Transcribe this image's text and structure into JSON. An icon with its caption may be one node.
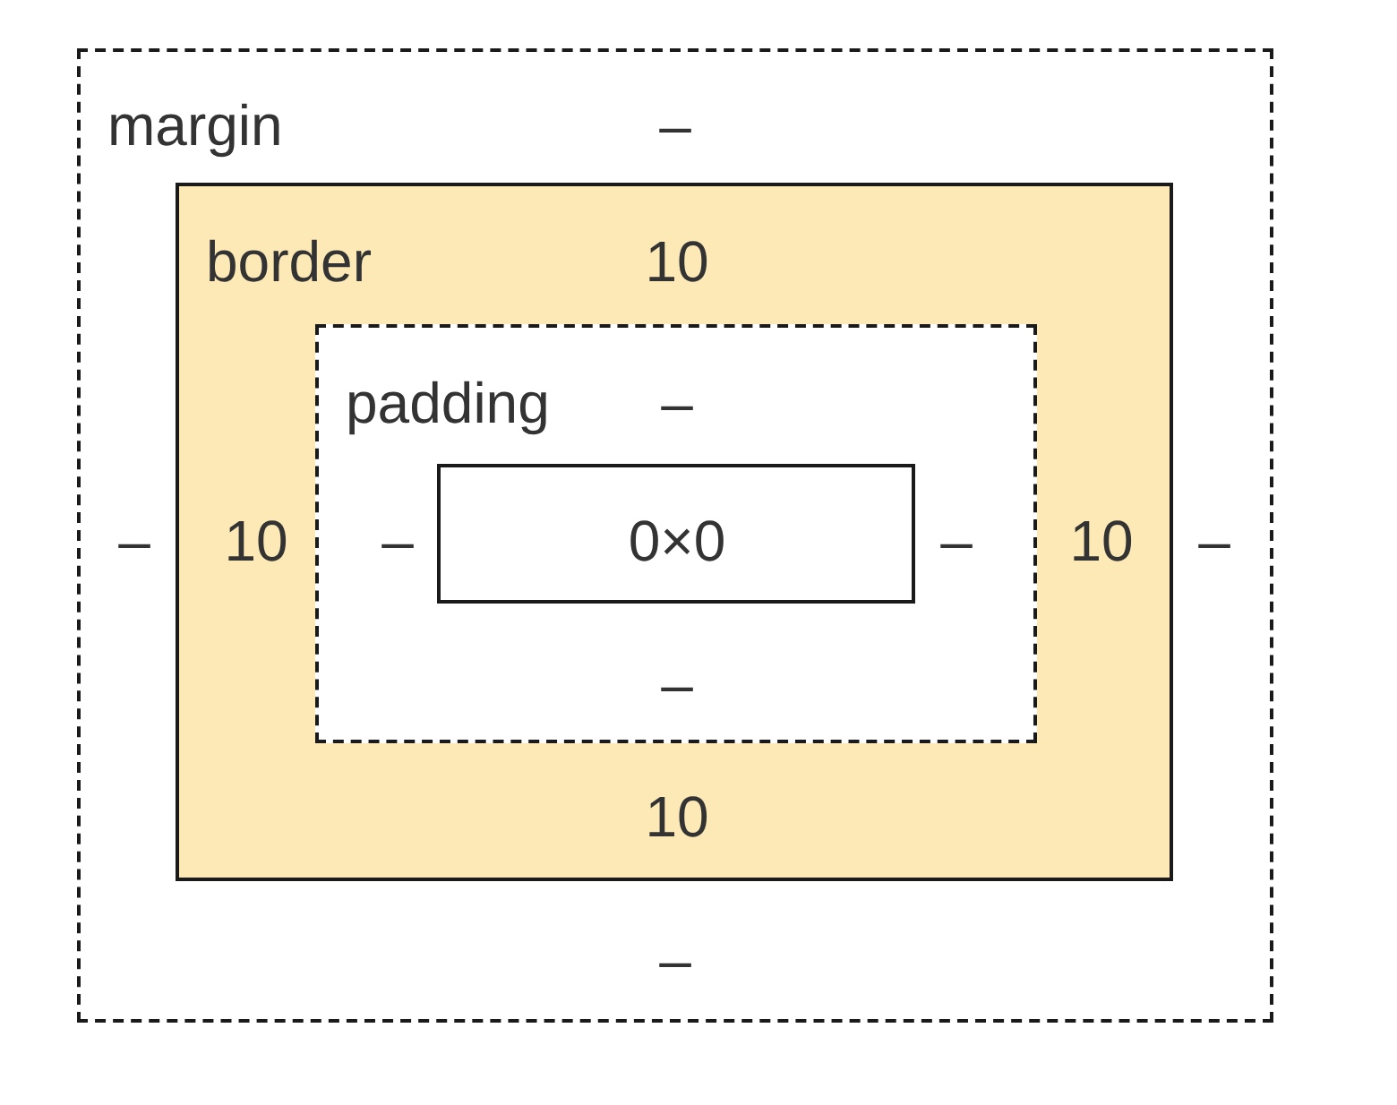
{
  "diagram": {
    "nodes": [
      {
        "text": [
          "margin",
          "–",
          "–",
          "–",
          "–"
        ]
      },
      {
        "text": [
          "border",
          "10",
          "10",
          "10",
          "10"
        ],
        "in": 0
      },
      {
        "text": [
          "padding",
          "–",
          "–",
          "–",
          "–"
        ],
        "in": 1
      },
      {
        "text": [
          "0×0"
        ],
        "in": 2
      }
    ]
  }
}
